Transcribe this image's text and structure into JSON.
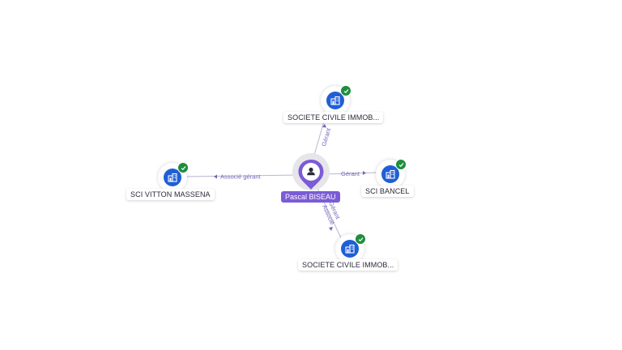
{
  "person": {
    "name": "Pascal BISEAU",
    "icon": "user-icon"
  },
  "companies": [
    {
      "id": "top",
      "name": "SOCIETE CIVILE IMMOB...",
      "icon": "building-icon",
      "verified": true
    },
    {
      "id": "left",
      "name": "SCI VITTON MASSENA",
      "icon": "building-icon",
      "verified": true
    },
    {
      "id": "right",
      "name": "SCI BANCEL",
      "icon": "building-icon",
      "verified": true
    },
    {
      "id": "bottom",
      "name": "SOCIETE CIVILE IMMOB...",
      "icon": "building-icon",
      "verified": true
    }
  ],
  "relations": [
    {
      "to": "top",
      "label": "Gérant"
    },
    {
      "to": "left",
      "label": "Associé gérant"
    },
    {
      "to": "right",
      "label": "Gérant"
    },
    {
      "to": "bottom",
      "label_line1": "Gérant",
      "label_line2": "Associé"
    }
  ],
  "colors": {
    "person_accent": "#7b5bd6",
    "company_icon_bg": "#1f5fd6",
    "verified_badge": "#1e8e3e",
    "edge": "#b9b6d0",
    "edge_label": "#6f67b8"
  }
}
